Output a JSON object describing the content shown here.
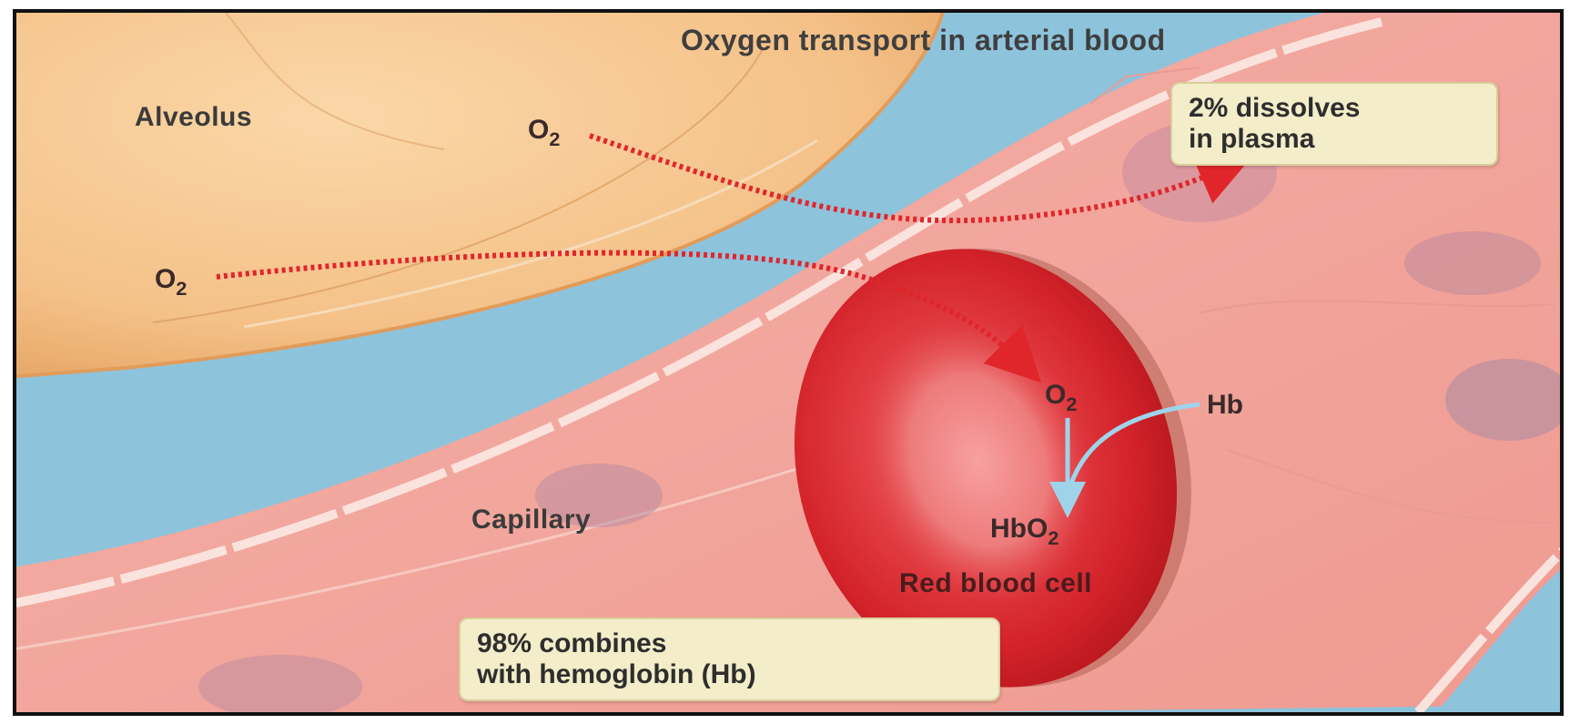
{
  "title": "Oxygen transport in arterial blood",
  "labels": {
    "alveolus": "Alveolus",
    "capillary": "Capillary",
    "red_blood_cell": "Red blood cell"
  },
  "molecules": {
    "o2_main": "O",
    "o2_sub": "2",
    "hb": "Hb",
    "hbo2_main": "HbO",
    "hbo2_sub": "2"
  },
  "callouts": {
    "plasma_line1": "2% dissolves",
    "plasma_line2": "in plasma",
    "hemoglobin_line1": "98% combines",
    "hemoglobin_line2": "with hemoglobin (Hb)"
  },
  "colors": {
    "background_blue": "#8ec3dc",
    "alveolus": "#f3c48c",
    "capillary": "#f2a39a",
    "red_blood_cell": "#d8242b",
    "arrow_red": "#e0262b",
    "arrow_blue": "#9fd3ea",
    "callout_fill": "#f3edc9"
  }
}
